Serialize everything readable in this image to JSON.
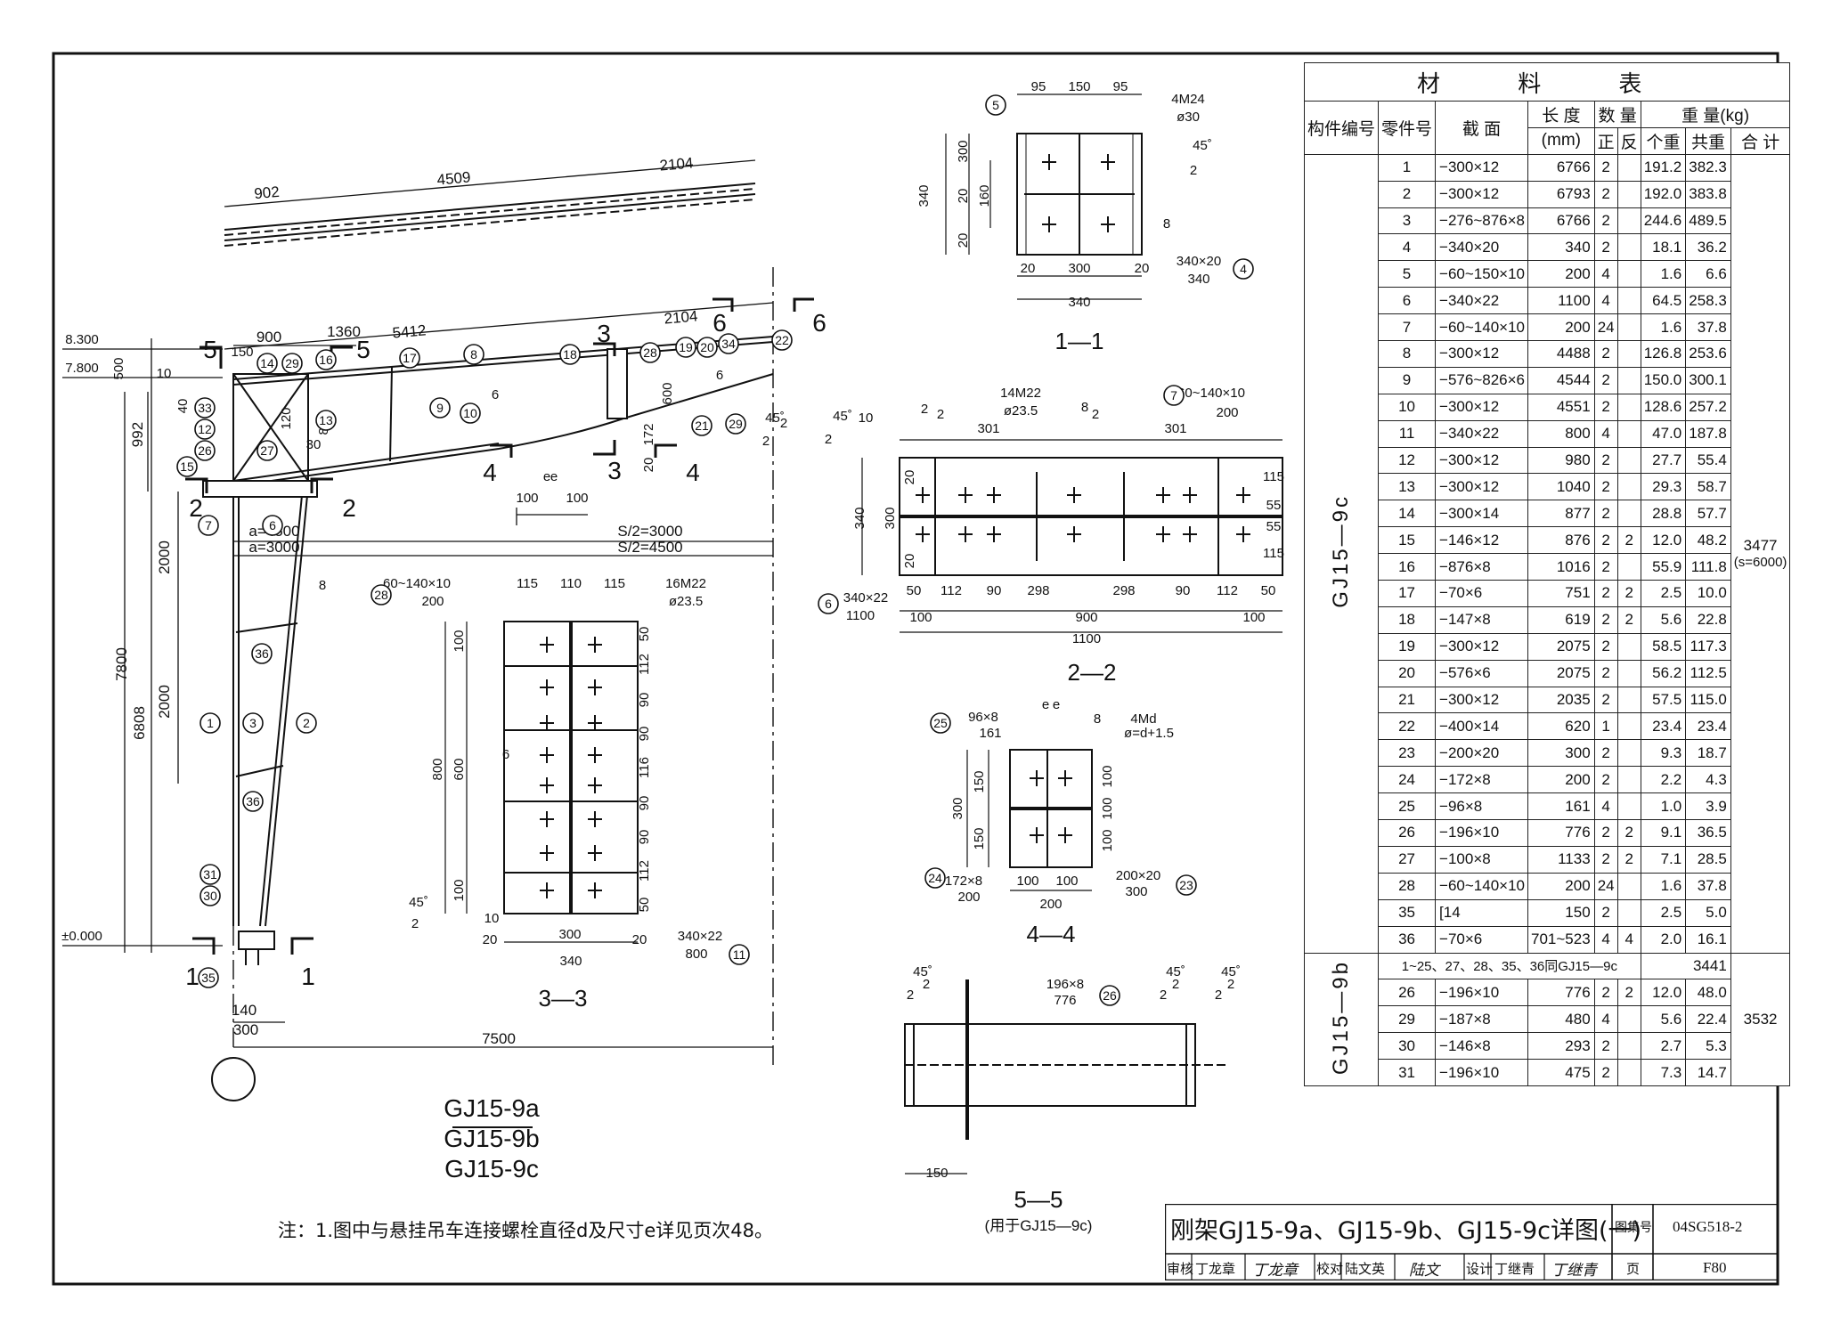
{
  "drawing": {
    "elevation": {
      "labels": {
        "top_dims": [
          "902",
          "4509",
          "2104"
        ],
        "mid_dims": [
          "5412",
          "2104"
        ],
        "sub_dims": [
          "900",
          "1360"
        ],
        "haunch_dims": [
          "150",
          "500",
          "40",
          "120",
          "850",
          "30",
          "10"
        ],
        "left_dims": [
          "992",
          "2000",
          "2000",
          "7800",
          "6808"
        ],
        "levels": [
          "8.300",
          "7.800",
          "±0.000"
        ],
        "spans": [
          "a=4500",
          "a=3000",
          "S/2=3000",
          "S/2=4500"
        ],
        "bottom_dims": [
          "140",
          "300",
          "7500"
        ],
        "misc_dims": [
          "600",
          "172",
          "20",
          "100",
          "100",
          "e",
          "e",
          "45˚",
          "45˚",
          "2",
          "2",
          "2",
          "6",
          "8",
          "6"
        ],
        "section_marks": [
          "5",
          "5",
          "3",
          "3",
          "6",
          "6",
          "2",
          "2",
          "4",
          "4",
          "1",
          "1"
        ],
        "part_balloons": [
          "14",
          "29",
          "16",
          "17",
          "8",
          "18",
          "28",
          "19",
          "20",
          "34",
          "22",
          "33",
          "12",
          "26",
          "27",
          "13",
          "15",
          "9",
          "10",
          "21",
          "29",
          "7",
          "6",
          "36",
          "3",
          "2",
          "1",
          "36",
          "31",
          "30",
          "35"
        ]
      },
      "names": [
        "GJ15-9a",
        "GJ15-9b",
        "GJ15-9c"
      ]
    },
    "section_1_1": {
      "title": "1—1",
      "dims": [
        "95",
        "150",
        "95",
        "4M24",
        "ø30",
        "20",
        "160",
        "20",
        "300",
        "340",
        "45˚",
        "2",
        "8",
        "340×20",
        "340",
        "20",
        "300",
        "20",
        "340"
      ],
      "balloons": [
        "5",
        "4"
      ]
    },
    "section_2_2": {
      "title": "2—2",
      "dims": [
        "14M22",
        "ø23.5",
        "60~140×10",
        "200",
        "301",
        "301",
        "10",
        "2",
        "2",
        "8",
        "2",
        "20",
        "300",
        "340",
        "20",
        "115",
        "55",
        "55",
        "115",
        "340×22",
        "1100",
        "50",
        "112",
        "90",
        "298",
        "298",
        "90",
        "112",
        "50",
        "100",
        "900",
        "100",
        "1100"
      ],
      "balloons": [
        "7",
        "6"
      ]
    },
    "section_3_3": {
      "title": "3—3",
      "dims": [
        "60~140×10",
        "200",
        "115",
        "110",
        "115",
        "16M22",
        "ø23.5",
        "100",
        "600",
        "800",
        "100",
        "50",
        "112",
        "90",
        "90",
        "116",
        "90",
        "90",
        "112",
        "50",
        "6",
        "45˚",
        "2",
        "10",
        "20",
        "300",
        "20",
        "340",
        "340×22",
        "800"
      ],
      "balloons": [
        "28",
        "11"
      ]
    },
    "section_4_4": {
      "title": "4—4",
      "dims": [
        "96×8",
        "161",
        "e",
        "e",
        "8",
        "4Md",
        "ø=d+1.5",
        "300",
        "150",
        "150",
        "100",
        "100",
        "100",
        "172×8",
        "200",
        "100",
        "100",
        "200",
        "200×20",
        "300"
      ],
      "balloons": [
        "25",
        "24",
        "23"
      ]
    },
    "section_5_5": {
      "title": "5—5",
      "subtitle": "(用于GJ15—9c)",
      "dims": [
        "45˚",
        "2",
        "2",
        "196×8",
        "776",
        "45˚",
        "45˚",
        "2",
        "2",
        "2",
        "2",
        "150"
      ],
      "balloons": [
        "26"
      ]
    }
  },
  "material_table": {
    "title": "材 料 表",
    "headers": {
      "member_no": "构件编号",
      "part_no": "零件号",
      "section": "截 面",
      "length": "长 度",
      "length_unit": "(mm)",
      "qty": "数 量",
      "qty_pos": "正",
      "qty_neg": "反",
      "weight": "重 量(kg)",
      "unit_w": "个重",
      "total_w": "共重",
      "sum": "合 计"
    },
    "group_c": {
      "name": "GJ15—9c",
      "total": "3477",
      "total_note": "(s=6000)",
      "rows": [
        [
          "1",
          "−300×12",
          "6766",
          "2",
          "",
          "191.2",
          "382.3"
        ],
        [
          "2",
          "−300×12",
          "6793",
          "2",
          "",
          "192.0",
          "383.8"
        ],
        [
          "3",
          "−276~876×8",
          "6766",
          "2",
          "",
          "244.6",
          "489.5"
        ],
        [
          "4",
          "−340×20",
          "340",
          "2",
          "",
          "18.1",
          "36.2"
        ],
        [
          "5",
          "−60~150×10",
          "200",
          "4",
          "",
          "1.6",
          "6.6"
        ],
        [
          "6",
          "−340×22",
          "1100",
          "4",
          "",
          "64.5",
          "258.3"
        ],
        [
          "7",
          "−60~140×10",
          "200",
          "24",
          "",
          "1.6",
          "37.8"
        ],
        [
          "8",
          "−300×12",
          "4488",
          "2",
          "",
          "126.8",
          "253.6"
        ],
        [
          "9",
          "−576~826×6",
          "4544",
          "2",
          "",
          "150.0",
          "300.1"
        ],
        [
          "10",
          "−300×12",
          "4551",
          "2",
          "",
          "128.6",
          "257.2"
        ],
        [
          "11",
          "−340×22",
          "800",
          "4",
          "",
          "47.0",
          "187.8"
        ],
        [
          "12",
          "−300×12",
          "980",
          "2",
          "",
          "27.7",
          "55.4"
        ],
        [
          "13",
          "−300×12",
          "1040",
          "2",
          "",
          "29.3",
          "58.7"
        ],
        [
          "14",
          "−300×14",
          "877",
          "2",
          "",
          "28.8",
          "57.7"
        ],
        [
          "15",
          "−146×12",
          "876",
          "2",
          "2",
          "12.0",
          "48.2"
        ],
        [
          "16",
          "−876×8",
          "1016",
          "2",
          "",
          "55.9",
          "111.8"
        ],
        [
          "17",
          "−70×6",
          "751",
          "2",
          "2",
          "2.5",
          "10.0"
        ],
        [
          "18",
          "−147×8",
          "619",
          "2",
          "2",
          "5.6",
          "22.8"
        ],
        [
          "19",
          "−300×12",
          "2075",
          "2",
          "",
          "58.5",
          "117.3"
        ],
        [
          "20",
          "−576×6",
          "2075",
          "2",
          "",
          "56.2",
          "112.5"
        ],
        [
          "21",
          "−300×12",
          "2035",
          "2",
          "",
          "57.5",
          "115.0"
        ],
        [
          "22",
          "−400×14",
          "620",
          "1",
          "",
          "23.4",
          "23.4"
        ],
        [
          "23",
          "−200×20",
          "300",
          "2",
          "",
          "9.3",
          "18.7"
        ],
        [
          "24",
          "−172×8",
          "200",
          "2",
          "",
          "2.2",
          "4.3"
        ],
        [
          "25",
          "−96×8",
          "161",
          "4",
          "",
          "1.0",
          "3.9"
        ],
        [
          "26",
          "−196×10",
          "776",
          "2",
          "2",
          "9.1",
          "36.5"
        ],
        [
          "27",
          "−100×8",
          "1133",
          "2",
          "2",
          "7.1",
          "28.5"
        ],
        [
          "28",
          "−60~140×10",
          "200",
          "24",
          "",
          "1.6",
          "37.8"
        ],
        [
          "35",
          "[14",
          "150",
          "2",
          "",
          "2.5",
          "5.0"
        ],
        [
          "36",
          "−70×6",
          "701~523",
          "4",
          "4",
          "2.0",
          "16.1"
        ]
      ]
    },
    "group_b": {
      "name": "GJ15—9b",
      "common_text": "1~25、27、28、35、36同GJ15—9c",
      "common_weight": "3441",
      "total": "3532",
      "rows": [
        [
          "26",
          "−196×10",
          "776",
          "2",
          "2",
          "12.0",
          "48.0"
        ],
        [
          "29",
          "−187×8",
          "480",
          "4",
          "",
          "5.6",
          "22.4"
        ],
        [
          "30",
          "−146×8",
          "293",
          "2",
          "",
          "2.7",
          "5.3"
        ],
        [
          "31",
          "−196×10",
          "475",
          "2",
          "",
          "7.3",
          "14.7"
        ]
      ]
    }
  },
  "note": "注：1.图中与悬挂吊车连接螺栓直径d及尺寸e详见页次48。",
  "title_block": {
    "title": "刚架GJ15-9a、GJ15-9b、GJ15-9c详图(一)",
    "atlas_label": "图集号",
    "atlas_no": "04SG518-2",
    "review_label": "审核",
    "reviewer": "丁龙章",
    "reviewer_sign": "丁龙章",
    "check_label": "校对",
    "checker": "陆文英",
    "checker_sign": "陆文",
    "design_label": "设计",
    "designer": "丁继青",
    "designer_sign": "丁继青",
    "page_label": "页",
    "page_no": "F80"
  }
}
